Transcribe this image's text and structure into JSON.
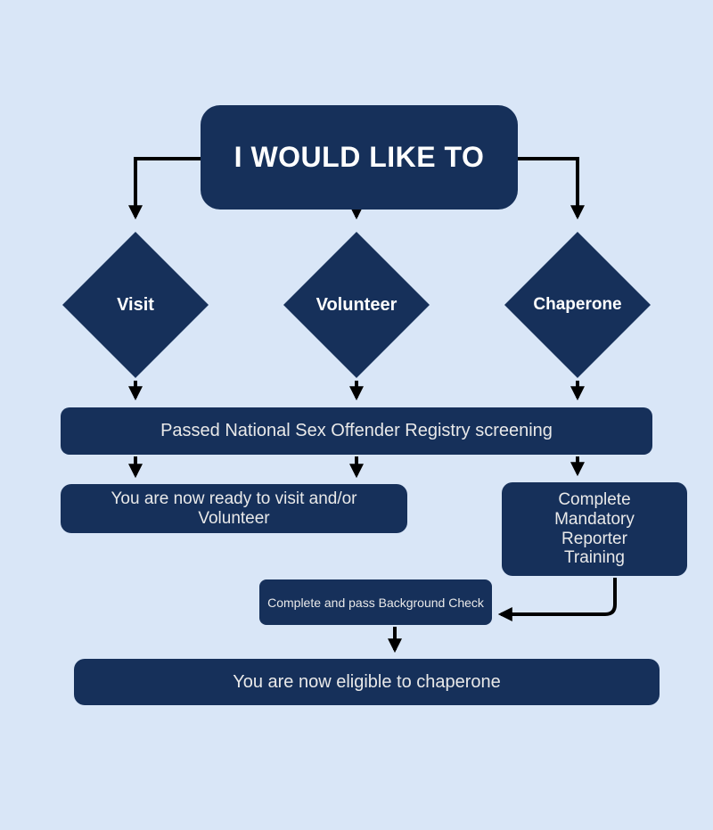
{
  "colors": {
    "background": "#d9e6f7",
    "node": "#16305a",
    "node_text": "#f1f1f1",
    "arrow": "#000000"
  },
  "flow": {
    "title": "I WOULD LIKE TO",
    "options": [
      {
        "label": "Visit"
      },
      {
        "label": "Volunteer"
      },
      {
        "label": "Chaperone"
      }
    ],
    "screening": "Passed National Sex Offender Registry screening",
    "ready": "You are now ready to visit and/or\nVolunteer",
    "training": "Complete\nMandatory\nReporter\nTraining",
    "background_check": "Complete and pass Background Check",
    "eligible": "You are now eligible to chaperone"
  }
}
